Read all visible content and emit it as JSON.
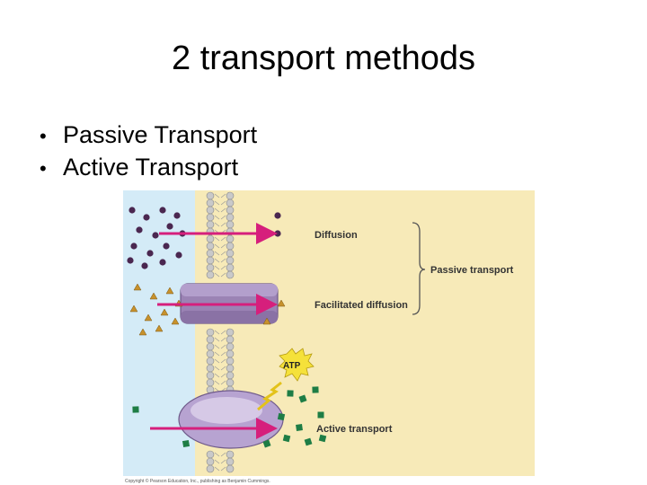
{
  "slide": {
    "title": "2 transport methods",
    "bullets": [
      {
        "text": "Passive Transport"
      },
      {
        "text": "Active Transport"
      }
    ]
  },
  "figure": {
    "labels": {
      "diffusion": "Diffusion",
      "facilitated": "Facilitated diffusion",
      "passive": "Passive transport",
      "active": "Active transport",
      "atp": "ATP"
    },
    "credit": "Copyright © Pearson Education, Inc., publishing as Benjamin Cummings.",
    "colors": {
      "outside": "#d4ebf7",
      "inside": "#f7eab8",
      "arrow": "#d61f7c",
      "circle_molecule": "#4a2750",
      "triangle_molecule": "#c7912c",
      "square_molecule": "#1e7d45",
      "channel_protein": "#9b83b4",
      "pump_protein": "#b7a3d1",
      "atp": "#f5e13a"
    }
  }
}
